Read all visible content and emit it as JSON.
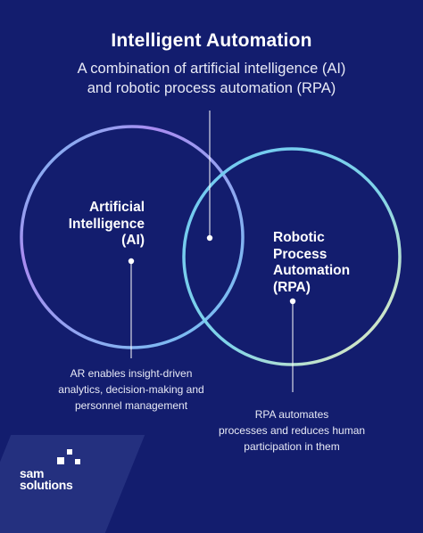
{
  "header": {
    "title": "Intelligent Automation",
    "subtitle_line1": "A combination of artificial intelligence (AI)",
    "subtitle_line2": "and robotic process automation (RPA)"
  },
  "diagram": {
    "ai": {
      "label_line1": "Artificial",
      "label_line2": "Intelligence",
      "label_line3": "(AI)",
      "description_line1": "AR enables insight-driven",
      "description_line2": "analytics, decision-making and",
      "description_line3": "personnel management"
    },
    "rpa": {
      "label_line1": "Robotic",
      "label_line2": "Process",
      "label_line3": "Automation",
      "label_line4": "(RPA)",
      "description_line1": "RPA automates",
      "description_line2": "processes and reduces human",
      "description_line3": "participation in them"
    }
  },
  "logo": {
    "line1": "sam",
    "line2": "solutions"
  },
  "colors": {
    "background": "#131d6e",
    "ai_ring_start": "#a98bf0",
    "ai_ring_end": "#6fc8f2",
    "rpa_ring_start": "#6fc8f2",
    "rpa_ring_end": "#f1edb8",
    "text": "#ffffff"
  }
}
